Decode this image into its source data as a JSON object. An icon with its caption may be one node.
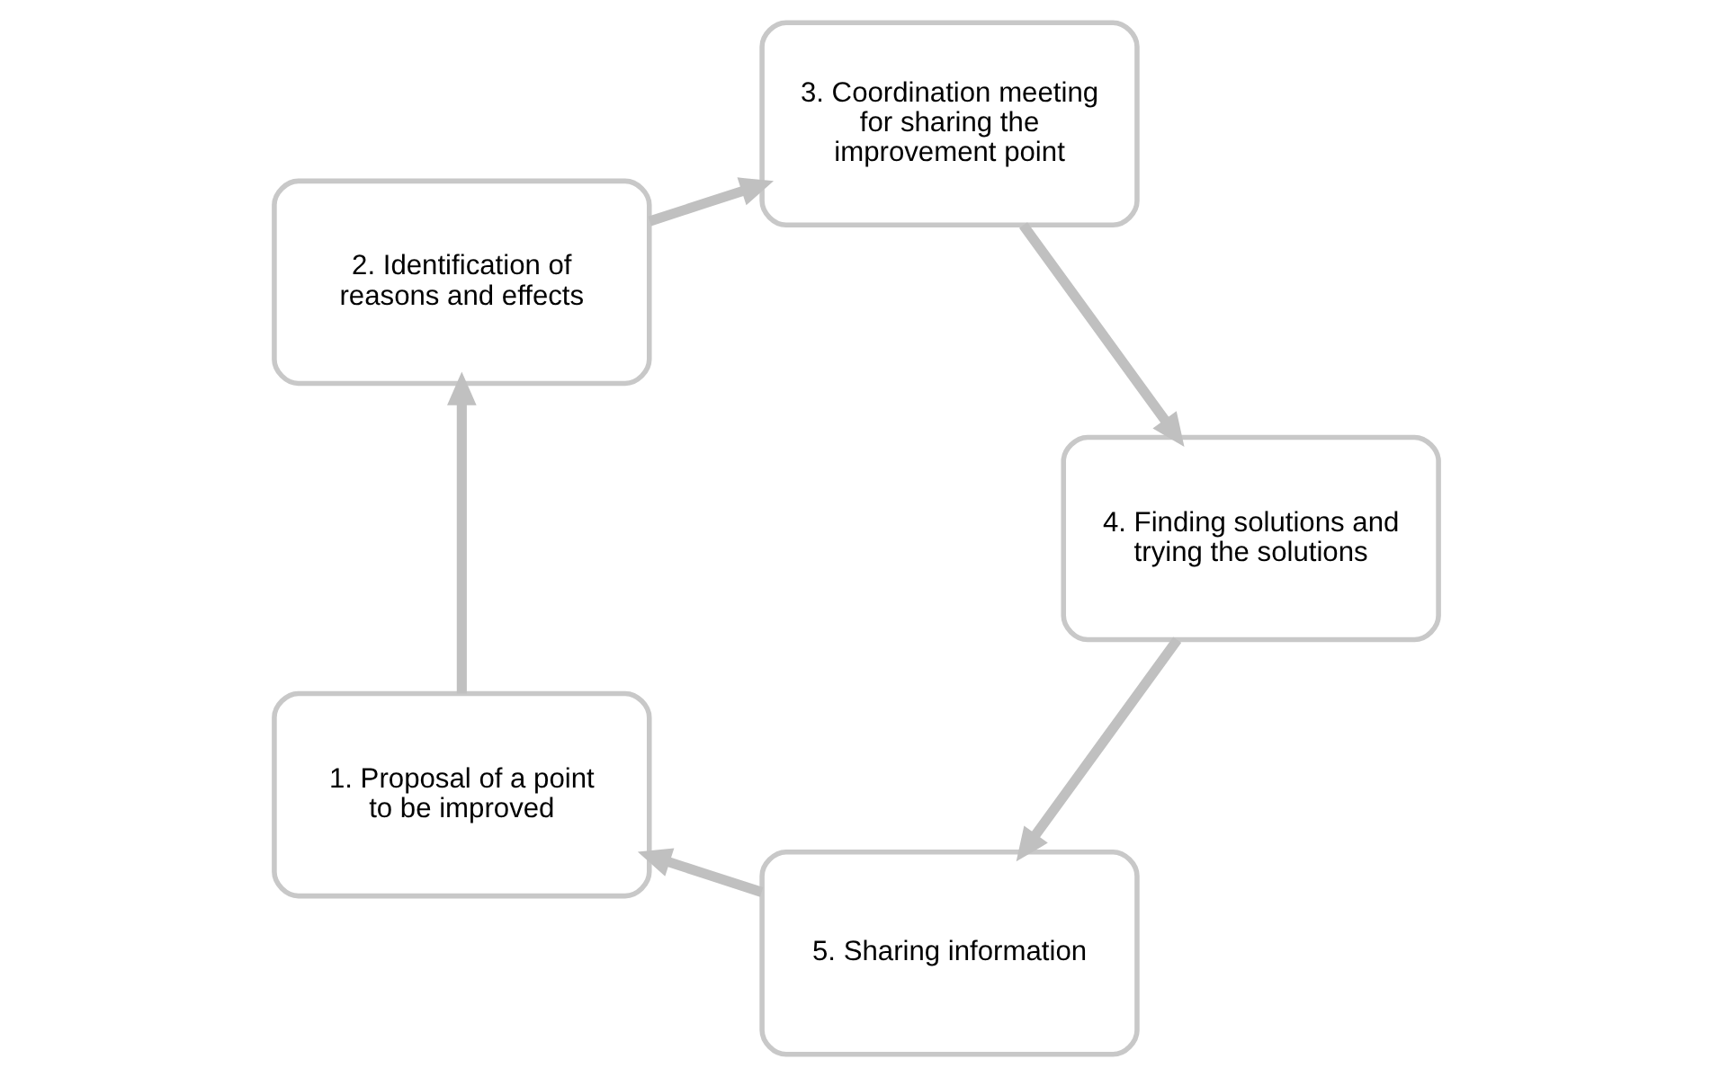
{
  "diagram": {
    "nodes": [
      {
        "text": [
          "1. Proposal of a point to be improved"
        ]
      },
      {
        "text": [
          "2. Identification of reasons and effects"
        ]
      },
      {
        "text": [
          "3. Coordination meeting for sharing the improvement point"
        ]
      },
      {
        "text": [
          "4. Finding solutions and trying the solutions"
        ]
      },
      {
        "text": [
          "5. Sharing information"
        ]
      }
    ],
    "edges": [
      {
        "from": 0,
        "to": 1,
        "arrow": "to"
      },
      {
        "from": 1,
        "to": 2,
        "arrow": "to"
      },
      {
        "from": 2,
        "to": 3,
        "arrow": "to"
      },
      {
        "from": 3,
        "to": 4,
        "arrow": "to"
      },
      {
        "from": 4,
        "to": 0,
        "arrow": "to"
      }
    ]
  }
}
